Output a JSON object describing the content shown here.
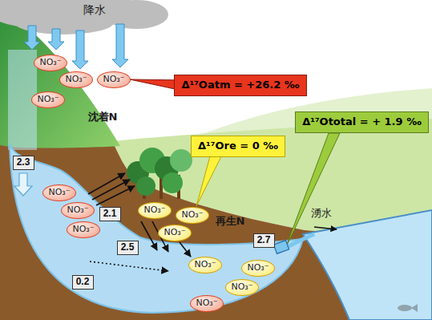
{
  "diagram": {
    "nodes": [
      {
        "text": [
          "NO₃⁻"
        ]
      },
      {
        "text": [
          "NO₃⁻"
        ]
      },
      {
        "text": [
          "NO₃⁻"
        ]
      },
      {
        "text": [
          "Δ¹⁷Oatm = +26.2 ‰"
        ]
      },
      {
        "text": [
          "NO₃⁻"
        ]
      },
      {
        "text": [
          "Δ¹⁷Ototal = + 1.9 ‰"
        ]
      },
      {
        "text": [
          "Δ¹⁷Ore = 0 ‰"
        ]
      },
      {
        "text": [
          "2.3"
        ]
      },
      {
        "text": [
          "NO₃⁻"
        ]
      },
      {
        "text": [
          "NO₃⁻"
        ]
      },
      {
        "text": [
          "NO₃⁻"
        ]
      },
      {
        "text": [
          "2.1"
        ]
      },
      {
        "text": [
          "NO₃⁻"
        ]
      },
      {
        "text": [
          "NO₃⁻"
        ]
      },
      {
        "text": [
          "NO₃⁻"
        ]
      },
      {
        "text": [
          "2.7"
        ]
      },
      {
        "text": [
          "2.5"
        ]
      },
      {
        "text": [
          "NO₃⁻"
        ]
      },
      {
        "text": [
          "NO₃⁻"
        ]
      },
      {
        "text": [
          "0.2"
        ]
      },
      {
        "text": [
          "NO₃⁻"
        ]
      },
      {
        "text": [
          "NO₃⁻"
        ]
      }
    ],
    "labels": [
      "降水",
      "沈着N",
      "再生N",
      "湧水"
    ]
  }
}
